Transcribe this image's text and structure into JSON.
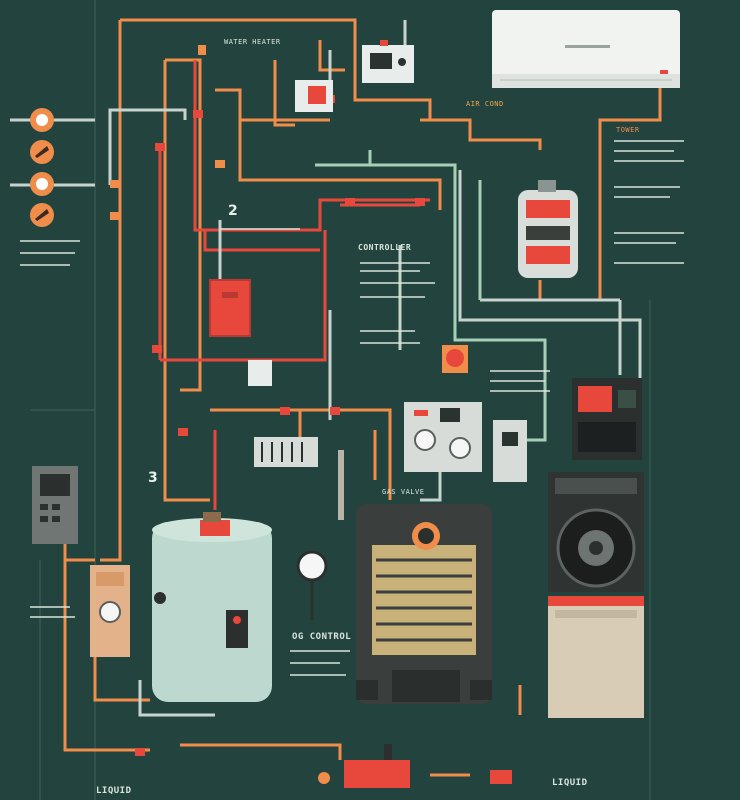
{
  "labels": {
    "title_controller": "CONTROLLER",
    "num_two": "2",
    "num_three": "3",
    "label_control_panel": "OG CONTROL",
    "label_heater_top": "GAS VALVE",
    "label_bottom_left": "LIQUID",
    "label_bottom_right": "LIQUID",
    "label_tower": "TOWER",
    "label_water_heater": "WATER HEATER",
    "label_ac": "AIR COND"
  },
  "colors": {
    "background": "#23443e",
    "pipe_orange": "#f08d4a",
    "pipe_red": "#e8473c",
    "pipe_grey": "#c9d3ce",
    "pipe_green": "#a6cfb6",
    "tank": "#bdd9cf",
    "accent_red": "#e0403a"
  },
  "icons": {
    "gauge": "gauge-icon",
    "valve": "valve-icon",
    "speaker": "speaker-icon",
    "fan": "fan-icon"
  }
}
